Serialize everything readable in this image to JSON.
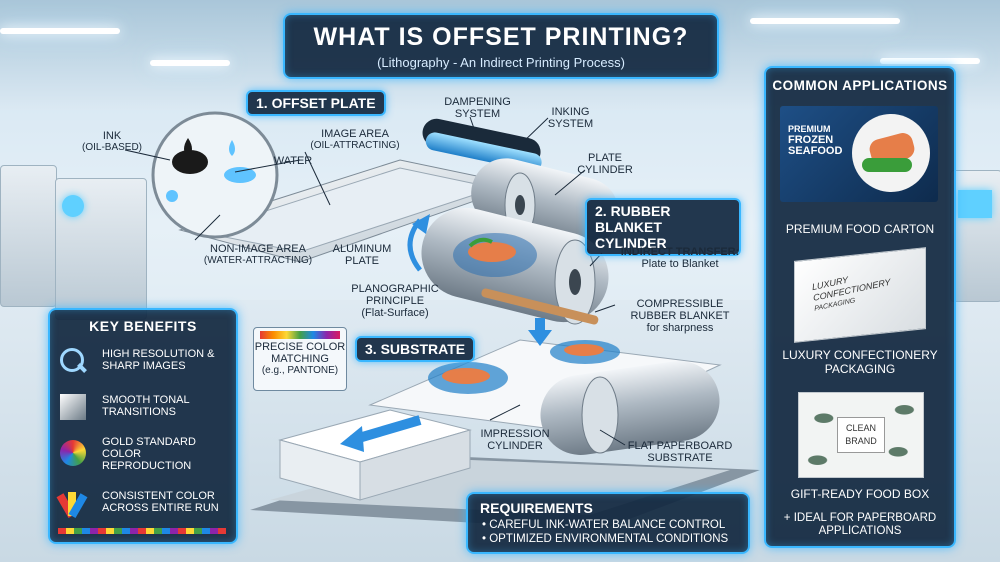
{
  "title": "WHAT IS OFFSET PRINTING?",
  "subtitle": "(Lithography - An Indirect Printing Process)",
  "sections": {
    "offset_plate": "1. OFFSET PLATE",
    "blanket": "2. RUBBER BLANKET CYLINDER",
    "substrate": "3. SUBSTRATE"
  },
  "labels": {
    "ink": "INK",
    "ink_sub": "(OIL-BASED)",
    "water": "WATER",
    "image_area": "IMAGE AREA",
    "image_area_sub": "(OIL-ATTRACTING)",
    "non_image_area": "NON-IMAGE AREA",
    "non_image_area_sub": "(WATER-ATTRACTING)",
    "aluminum_plate_1": "ALUMINUM",
    "aluminum_plate_2": "PLATE",
    "dampening_1": "DAMPENING",
    "dampening_2": "SYSTEM",
    "inking_1": "INKING",
    "inking_2": "SYSTEM",
    "plate_cyl_1": "PLATE",
    "plate_cyl_2": "CYLINDER",
    "indirect_1": "INDIRECT TRANSFER:",
    "indirect_2": "Plate to Blanket",
    "planographic_1": "PLANOGRAPHIC",
    "planographic_2": "PRINCIPLE",
    "planographic_3": "(Flat-Surface)",
    "compressible_1": "COMPRESSIBLE",
    "compressible_2": "RUBBER BLANKET",
    "compressible_3": "for sharpness",
    "precise_1": "PRECISE COLOR",
    "precise_2": "MATCHING",
    "precise_3": "(e.g., PANTONE)",
    "impression_1": "IMPRESSION",
    "impression_2": "CYLINDER",
    "flat_1": "FLAT PAPERBOARD",
    "flat_2": "SUBSTRATE"
  },
  "key_benefits": {
    "heading": "KEY BENEFITS",
    "items": [
      {
        "line1": "HIGH RESOLUTION &",
        "line2": "SHARP IMAGES",
        "icon": "magnifier-icon"
      },
      {
        "line1": "SMOOTH TONAL",
        "line2": "TRANSITIONS",
        "icon": "gradient-icon"
      },
      {
        "line1": "GOLD STANDARD",
        "line2": "COLOR",
        "line3": "REPRODUCTION",
        "icon": "color-wheel-icon"
      },
      {
        "line1": "CONSISTENT COLOR",
        "line2": "ACROSS ENTIRE RUN",
        "icon": "swatch-fan-icon"
      }
    ]
  },
  "requirements": {
    "heading": "REQUIREMENTS",
    "items": [
      "CAREFUL INK-WATER BALANCE CONTROL",
      "OPTIMIZED ENVIRONMENTAL CONDITIONS"
    ]
  },
  "applications": {
    "heading": "COMMON APPLICATIONS",
    "items": [
      {
        "caption": "PREMIUM FOOD CARTON",
        "box_1": "PREMIUM",
        "box_2": "FROZEN",
        "box_3": "SEAFOOD"
      },
      {
        "caption_1": "LUXURY CONFECTIONERY",
        "caption_2": "PACKAGING",
        "box_1": "LUXURY",
        "box_2": "CONFECTIONERY",
        "box_3": "PACKAGING"
      },
      {
        "caption": "GIFT-READY FOOD BOX",
        "box_1": "CLEAN",
        "box_2": "BRAND"
      }
    ],
    "footer_1": "+ IDEAL FOR PAPERBOARD",
    "footer_2": "APPLICATIONS"
  },
  "colors": {
    "accent": "#39b7ff",
    "panel": "#11273f"
  }
}
